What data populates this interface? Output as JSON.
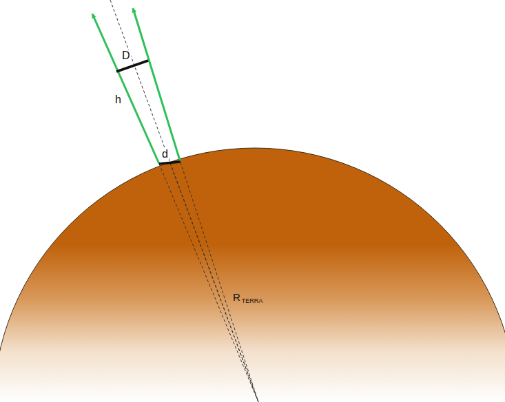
{
  "diagram": {
    "labels": [
      "D",
      "h",
      "d",
      "R",
      "TERRA"
    ]
  }
}
